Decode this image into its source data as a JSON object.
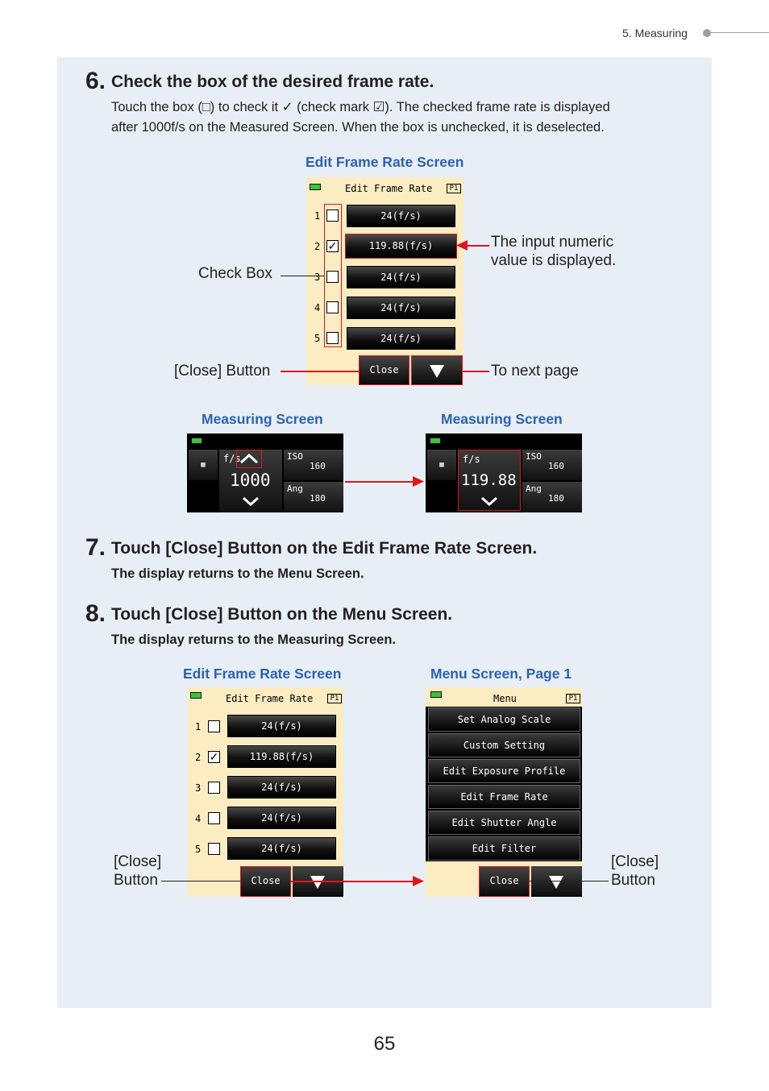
{
  "header": {
    "section": "5.  Measuring"
  },
  "page_number": "65",
  "step6": {
    "num": "6.",
    "title": "Check the box of the desired frame rate.",
    "line1": "Touch the box (□) to check it ✓ (check mark ☑). The checked frame rate is displayed",
    "line2": "after 1000f/s on the Measured Screen. When the box is unchecked, it is deselected.",
    "caption_edit": "Edit Frame Rate Screen",
    "caption_meas_left": "Measuring Screen",
    "caption_meas_right": "Measuring Screen",
    "label_input_1": "The input numeric",
    "label_input_2": "value is displayed.",
    "label_checkbox": "Check Box",
    "label_close": "[Close] Button",
    "label_next": "To next page"
  },
  "edit_screen": {
    "title": "Edit Frame Rate",
    "page_badge": "P1",
    "rows": [
      {
        "num": "1",
        "checked": "",
        "value": "24(f/s)"
      },
      {
        "num": "2",
        "checked": "✓",
        "value": "119.88(f/s)"
      },
      {
        "num": "3",
        "checked": "",
        "value": "24(f/s)"
      },
      {
        "num": "4",
        "checked": "",
        "value": "24(f/s)"
      },
      {
        "num": "5",
        "checked": "",
        "value": "24(f/s)"
      }
    ],
    "close_label": "Close",
    "next_icon": "triangle-down-icon"
  },
  "measuring_left": {
    "unit": "f/s",
    "value": "1000",
    "iso_label": "ISO",
    "iso_value": "160",
    "ang_label": "Ang",
    "ang_value": "180"
  },
  "measuring_right": {
    "unit": "f/s",
    "value": "119.88",
    "iso_label": "ISO",
    "iso_value": "160",
    "ang_label": "Ang",
    "ang_value": "180"
  },
  "step7": {
    "num": "7.",
    "title": "Touch [Close] Button on the Edit Frame Rate Screen.",
    "desc": "The display returns to the Menu Screen."
  },
  "step8": {
    "num": "8.",
    "title": "Touch [Close] Button on the Menu Screen.",
    "desc": "The display returns to the Measuring Screen.",
    "caption_edit": "Edit Frame Rate Screen",
    "caption_menu": "Menu Screen, Page 1",
    "label_close_left_1": "[Close]",
    "label_close_left_2": "Button",
    "label_close_right_1": "[Close]",
    "label_close_right_2": "Button"
  },
  "menu_screen": {
    "title": "Menu",
    "page_badge": "P1",
    "items": [
      "Set Analog Scale",
      "Custom Setting",
      "Edit Exposure Profile",
      "Edit Frame Rate",
      "Edit Shutter Angle",
      "Edit Filter"
    ],
    "close_label": "Close"
  },
  "colors": {
    "accent_blue": "#2a62b4",
    "highlight_red": "#e2141e",
    "panel_bg": "#e8eef6",
    "screen_bg": "#fbecc2"
  }
}
